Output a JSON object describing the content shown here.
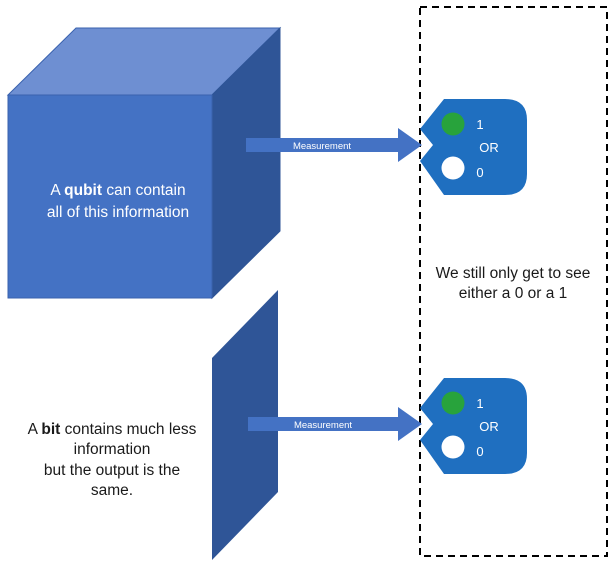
{
  "colors": {
    "cube_front": "#4472C4",
    "cube_top": "#6E8FD2",
    "cube_side": "#2F5597",
    "cube_edge": "#3A62AE",
    "bit_plane": "#2F5597",
    "arrow": "#4472C4",
    "indicator_body": "#1F6FC0",
    "light_on": "#28A33C",
    "light_off": "#FFFFFF",
    "boundary": "#000000"
  },
  "qubit": {
    "label_prefix": "A ",
    "label_bold": "qubit",
    "label_suffix": " can contain",
    "label_line2": "all of this information"
  },
  "bit": {
    "label_prefix": "A ",
    "label_bold": "bit",
    "label_suffix": " contains much less",
    "label_line2": "information",
    "label_line3": "but the output is the",
    "label_line4": "same."
  },
  "measurement": {
    "label": "Measurement"
  },
  "indicator": {
    "one": "1",
    "or": "OR",
    "zero": "0"
  },
  "observation": {
    "line1": "We still only get to see",
    "line2": "either a 0 or a 1"
  }
}
